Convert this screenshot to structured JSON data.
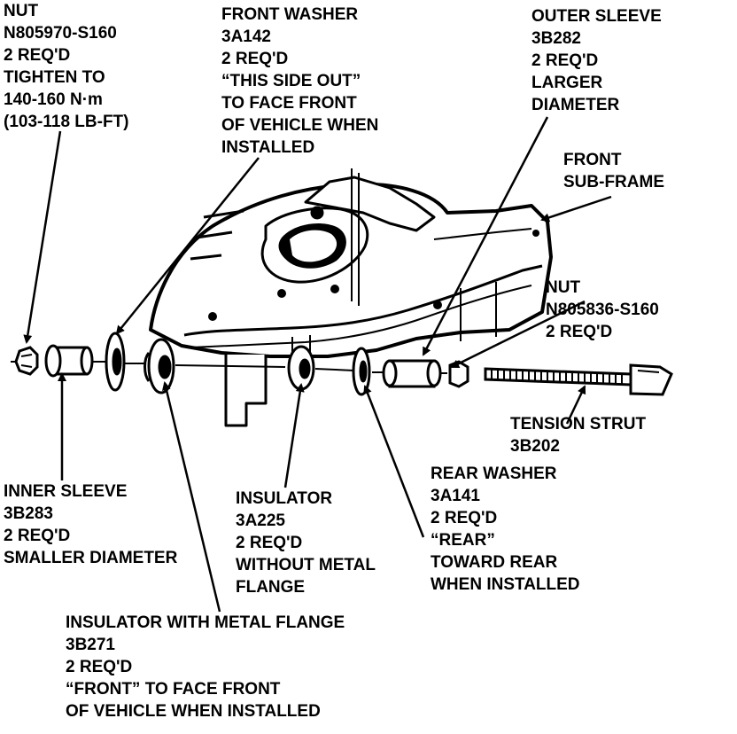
{
  "diagram": {
    "colors": {
      "ink": "#000000",
      "paper": "#ffffff"
    },
    "labels": {
      "nut_front": [
        "NUT",
        "N805970-S160",
        "2 REQ'D",
        "TIGHTEN TO",
        "140-160 N·m",
        "(103-118 LB-FT)"
      ],
      "front_washer": [
        "FRONT WASHER",
        "3A142",
        "2 REQ'D",
        "“THIS SIDE OUT”",
        "TO FACE FRONT",
        "OF VEHICLE WHEN",
        "INSTALLED"
      ],
      "outer_sleeve": [
        "OUTER SLEEVE",
        "3B282",
        "2 REQ'D",
        "LARGER",
        "DIAMETER"
      ],
      "front_subframe": [
        "FRONT",
        "SUB-FRAME"
      ],
      "nut_rear": [
        "NUT",
        "N805836-S160",
        "2 REQ'D"
      ],
      "tension_strut": [
        "TENSION STRUT",
        "3B202"
      ],
      "inner_sleeve": [
        "INNER SLEEVE",
        "3B283",
        "2 REQ'D",
        "SMALLER DIAMETER"
      ],
      "insulator": [
        "INSULATOR",
        "3A225",
        "2 REQ'D",
        "WITHOUT METAL",
        "FLANGE"
      ],
      "rear_washer": [
        "REAR WASHER",
        "3A141",
        "2 REQ'D",
        "“REAR”",
        "TOWARD REAR",
        "WHEN INSTALLED"
      ],
      "insulator_flange": [
        "INSULATOR WITH METAL FLANGE",
        "3B271",
        "2 REQ'D",
        "“FRONT” TO FACE FRONT",
        "OF VEHICLE WHEN INSTALLED"
      ]
    }
  }
}
